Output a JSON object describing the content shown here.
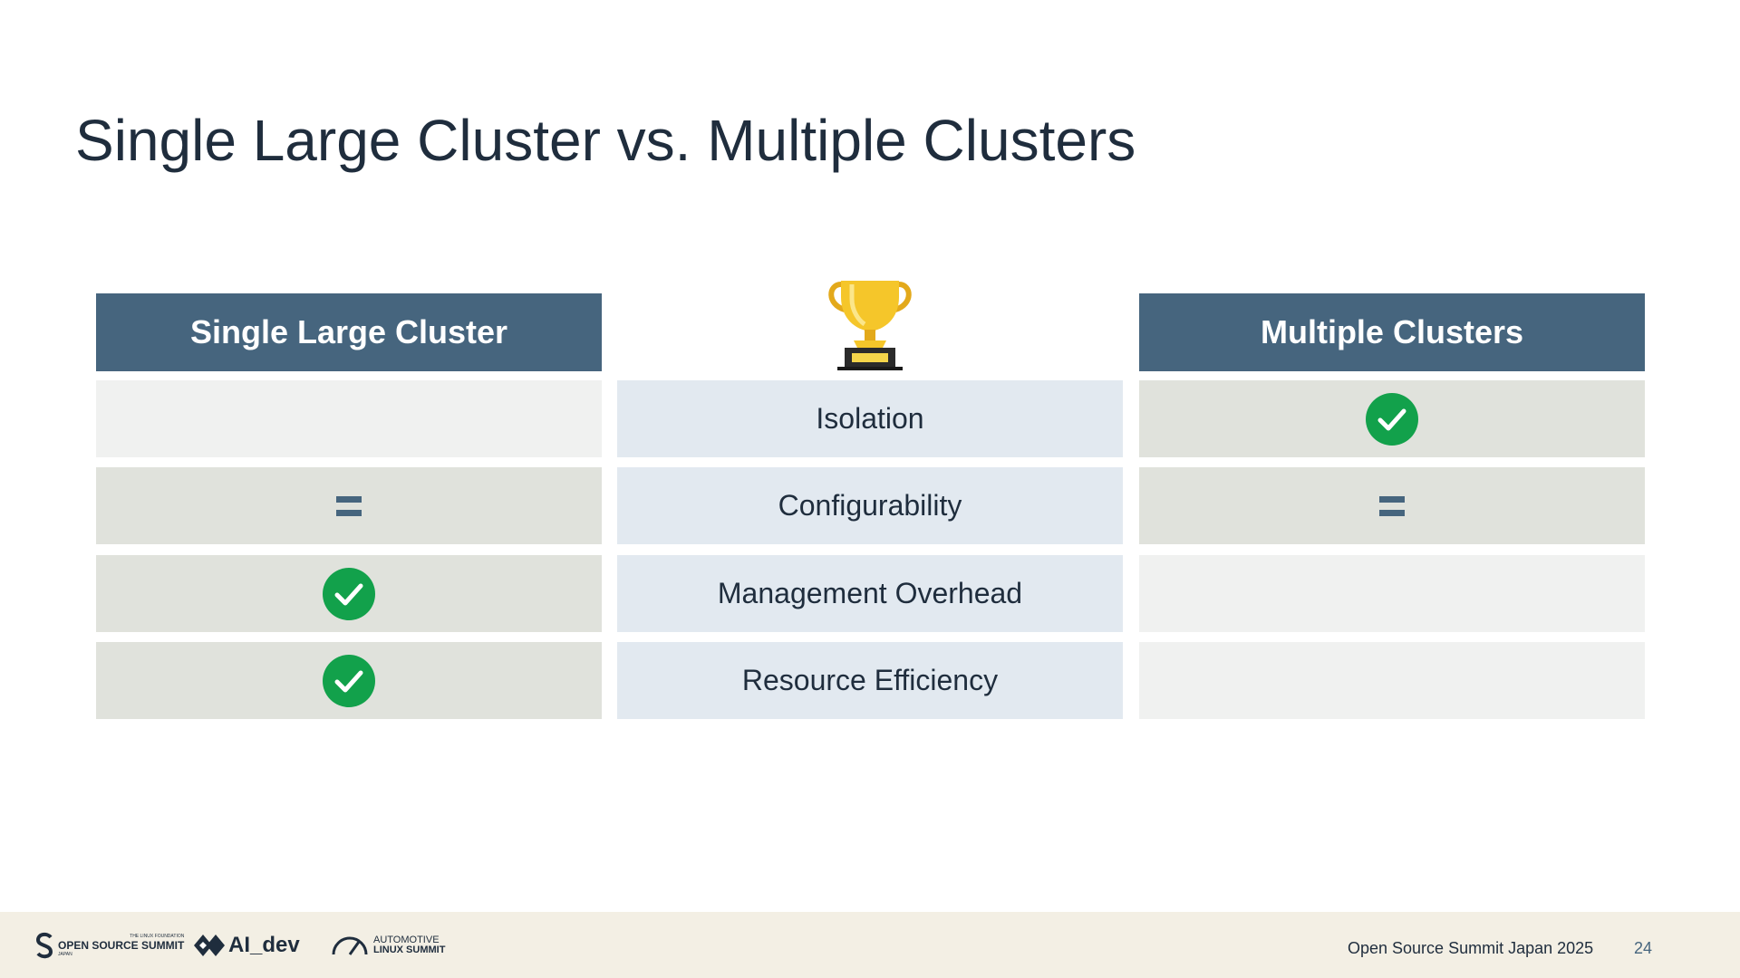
{
  "slide": {
    "title": "Single Large Cluster vs. Multiple Clusters"
  },
  "comparison": {
    "left_header": "Single Large Cluster",
    "right_header": "Multiple Clusters",
    "winner_icon": "trophy-icon",
    "rows": [
      {
        "criterion": "Isolation",
        "left": "none",
        "right": "check"
      },
      {
        "criterion": "Configurability",
        "left": "equal",
        "right": "equal"
      },
      {
        "criterion": "Management Overhead",
        "left": "check",
        "right": "none"
      },
      {
        "criterion": "Resource Efficiency",
        "left": "check",
        "right": "none"
      }
    ],
    "colors": {
      "header": "#46657e",
      "check": "#12a14b",
      "label_cell": "#e2e9f0",
      "marked_cell": "#e0e2dc",
      "empty_cell": "#f0f1f0"
    }
  },
  "footer": {
    "logos": {
      "oss_main": "OPEN SOURCE SUMMIT",
      "oss_sub": "THE LINUX FOUNDATION",
      "oss_region": "JAPAN",
      "aidev": "AI_dev",
      "als_line1": "AUTOMOTIVE",
      "als_line2": "LINUX SUMMIT"
    },
    "event": "Open Source Summit Japan 2025",
    "page_number": "24"
  }
}
